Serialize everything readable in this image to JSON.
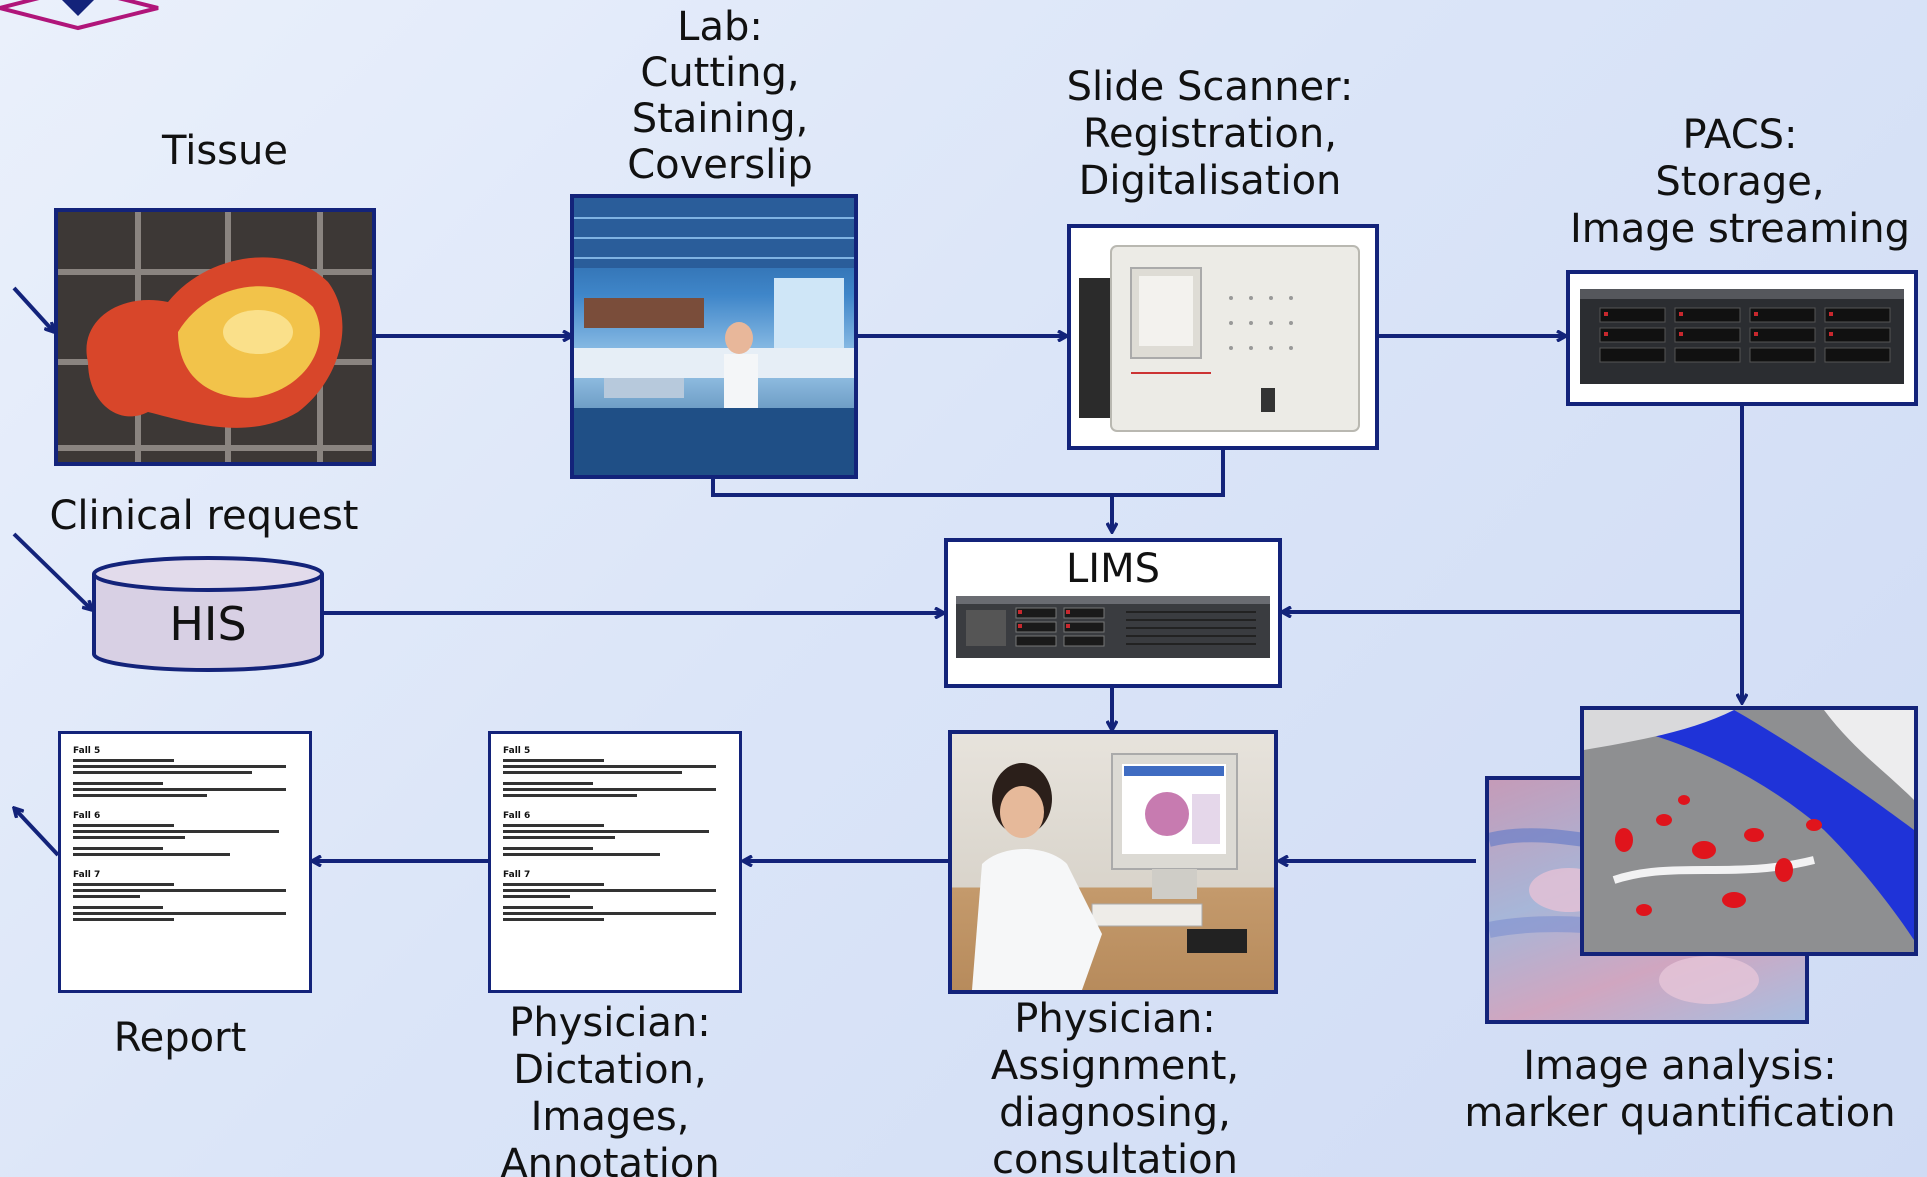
{
  "nodes": {
    "tissue": {
      "label": "Tissue"
    },
    "lab": {
      "label_lines": [
        "Lab:",
        "Cutting,",
        "Staining,",
        "Coverslip"
      ]
    },
    "scanner": {
      "label_lines": [
        "Slide Scanner:",
        "Registration,",
        "Digitalisation"
      ]
    },
    "pacs": {
      "label_lines": [
        "PACS:",
        "Storage,",
        "Image streaming"
      ]
    },
    "clinical_request": {
      "label": "Clinical request"
    },
    "his": {
      "label": "HIS"
    },
    "lims": {
      "label": "LIMS"
    },
    "report": {
      "label": "Report"
    },
    "dictation": {
      "label_lines": [
        "Physician:",
        "Dictation,",
        "Images,",
        "Annotation"
      ]
    },
    "assignment": {
      "label_lines": [
        "Physician:",
        "Assignment,",
        "diagnosing,",
        "consultation"
      ]
    },
    "image_analysis": {
      "label_lines": [
        "Image analysis:",
        "marker quantification"
      ]
    }
  },
  "document_headings": [
    "Fall 5",
    "Fall 6",
    "Fall 7"
  ],
  "colors": {
    "line": "#13237a",
    "background": "#dbe5f8",
    "his_fill": "#d8d0e4",
    "logo": "#b0157a"
  }
}
